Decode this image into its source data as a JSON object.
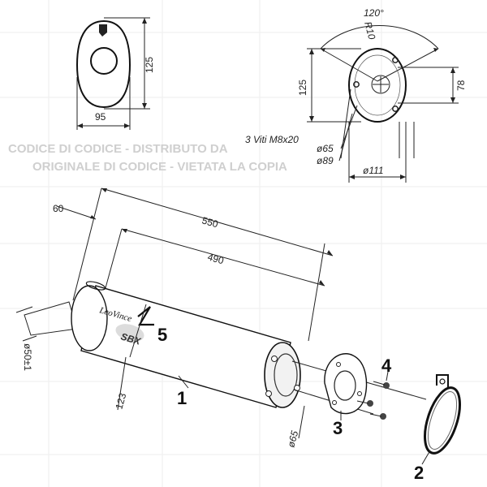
{
  "dimensions": {
    "front_height": "125",
    "front_width": "95",
    "angle": "120°",
    "radius": "R10",
    "flange_height": "125",
    "flange_78": "78",
    "screws": "3 Viti M8x20",
    "d65": "ø65",
    "d89": "ø89",
    "d111": "ø111",
    "len_60": "60",
    "len_550": "550",
    "len_490": "490",
    "len_123": "123",
    "d65_bottom": "ø65",
    "tube": "ø50±1"
  },
  "brand": {
    "script": "LeoVince",
    "model": "SBX"
  },
  "callouts": {
    "c1": "1",
    "c2": "2",
    "c3": "3",
    "c4": "4",
    "c5": "5"
  },
  "watermark": {
    "line1": "CODICE DI CODICE - DISTRIBUTO DA",
    "line2": "ORIGINALE DI CODICE - VIETATA LA COPIA"
  }
}
